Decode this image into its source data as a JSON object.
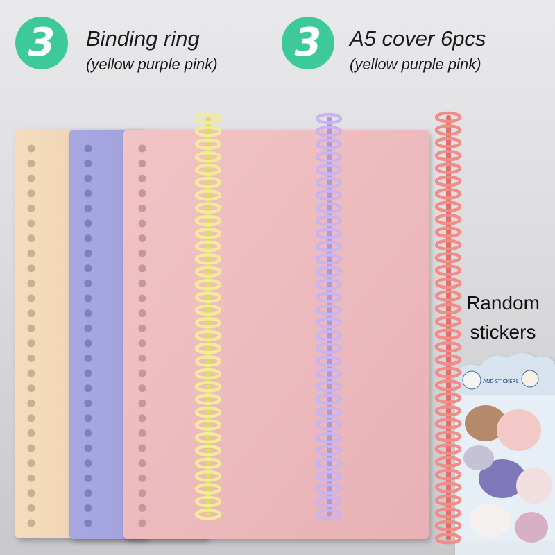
{
  "left_feature": {
    "badge": "3",
    "title": "Binding ring",
    "subtitle": "(yellow purple pink)"
  },
  "right_feature": {
    "badge": "3",
    "title": "A5 cover 6pcs",
    "subtitle": "(yellow purple pink)"
  },
  "stickers": {
    "line1": "Random",
    "line2": "stickers",
    "pack_text": "AND STICKERS"
  },
  "colors": {
    "badge": "#3ec99a",
    "cover_cream": "#f2d8b8",
    "cover_purple": "#a9a9e0",
    "cover_pink": "#efbfc2",
    "ring_yellow": "#f2ec9a",
    "ring_purple": "#c7b3ee",
    "ring_pink": "#f08a86"
  }
}
